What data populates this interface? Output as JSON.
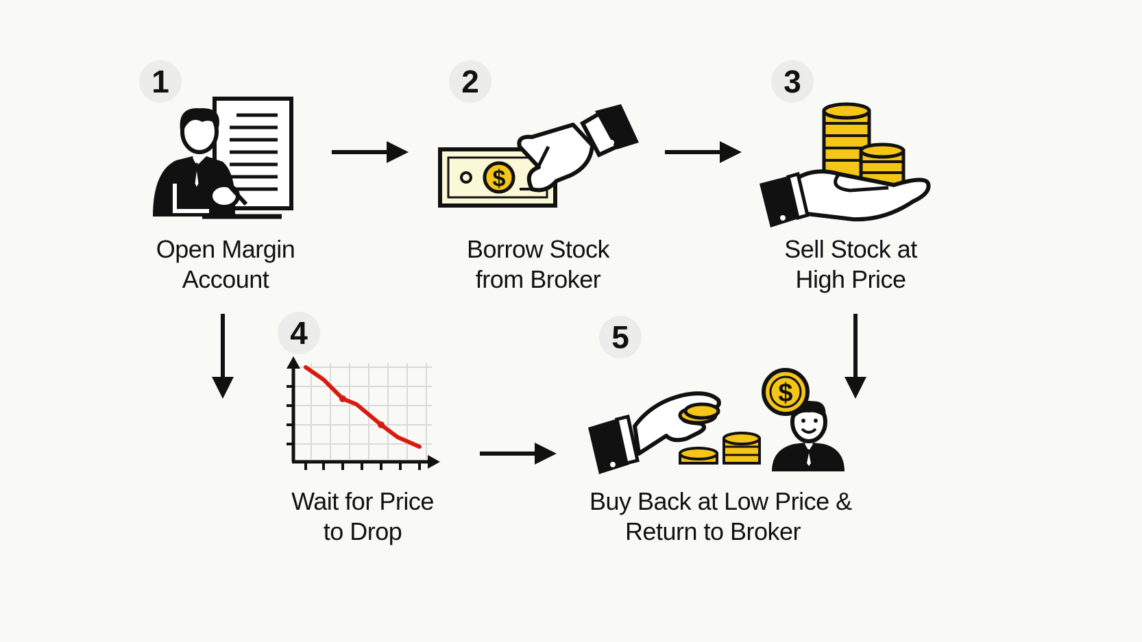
{
  "steps": [
    {
      "number": "1",
      "line1": "Open Margin",
      "line2": "Account",
      "icon": "person-signing-document-icon"
    },
    {
      "number": "2",
      "line1": "Borrow Stock",
      "line2": "from Broker",
      "icon": "hand-taking-banknote-icon"
    },
    {
      "number": "3",
      "line1": "Sell Stock at",
      "line2": "High Price",
      "icon": "hand-holding-coins-icon"
    },
    {
      "number": "4",
      "line1": "Wait for Price",
      "line2": "to Drop",
      "icon": "declining-price-chart-icon"
    },
    {
      "number": "5",
      "line1": "Buy Back at Low Price &",
      "line2": "Return to Broker",
      "icon": "hand-returning-coins-to-broker-icon"
    }
  ],
  "icon_glyphs": {
    "dollar": "$"
  },
  "colors": {
    "ink": "#111111",
    "coin_gold": "#f5c518",
    "banknote": "#fbf8d8",
    "trend_red": "#d81b10",
    "badge_bg": "#ececea",
    "background": "#f9f9f6"
  }
}
